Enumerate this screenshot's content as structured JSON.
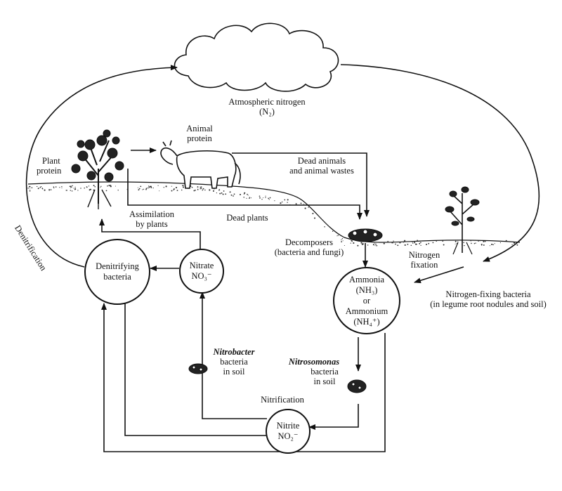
{
  "labels": {
    "atmospheric_nitrogen": "Atmospheric nitrogen",
    "n2": "(N₂)",
    "animal_protein_1": "Animal",
    "animal_protein_2": "protein",
    "plant_protein_1": "Plant",
    "plant_protein_2": "protein",
    "dead_animals_1": "Dead animals",
    "dead_animals_2": "and animal wastes",
    "dead_plants": "Dead plants",
    "assimilation_1": "Assimilation",
    "assimilation_2": "by plants",
    "decomposers_1": "Decomposers",
    "decomposers_2": "(bacteria and fungi)",
    "nitrogen_fixation_1": "Nitrogen",
    "nitrogen_fixation_2": "fixation",
    "fixing_bacteria_1": "Nitrogen-fixing bacteria",
    "fixing_bacteria_2": "(in legume root nodules and soil)",
    "denitrification": "Denitrification",
    "nitrobacter": "Nitrobacter",
    "nitrobacter_2": "bacteria",
    "nitrobacter_3": "in soil",
    "nitrosomonas": "Nitrosomonas",
    "nitrosomonas_2": "bacteria",
    "nitrosomonas_3": "in soil",
    "nitrification": "Nitrification"
  },
  "nodes": {
    "denitrifying_1": "Denitrifying",
    "denitrifying_2": "bacteria",
    "nitrate_1": "Nitrate",
    "nitrate_2": "NO₃⁻",
    "ammonia_1": "Ammonia",
    "ammonia_2": "(NH₃)",
    "ammonia_3": "or",
    "ammonia_4": "Ammonium",
    "ammonia_5": "(NH₄⁺)",
    "nitrite_1": "Nitrite",
    "nitrite_2": "NO₂⁻"
  }
}
